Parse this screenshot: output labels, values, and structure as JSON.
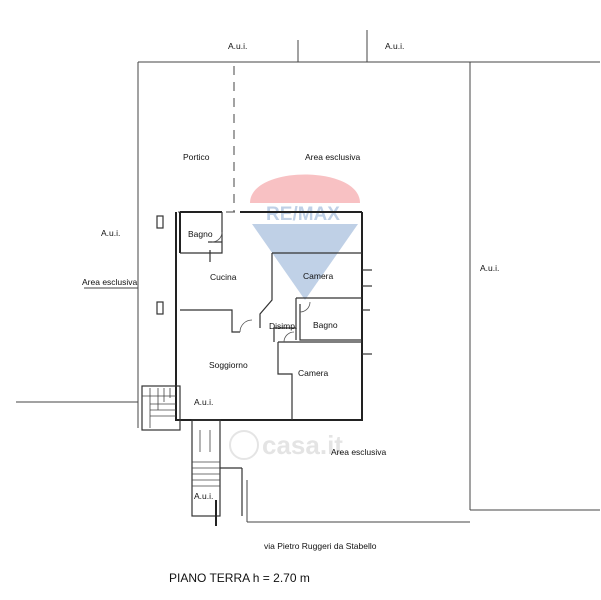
{
  "labels": {
    "aui_top_left": "A.u.i.",
    "aui_top_right": "A.u.i.",
    "aui_left": "A.u.i.",
    "aui_right": "A.u.i.",
    "aui_stairs": "A.u.i.",
    "aui_bottom": "A.u.i.",
    "portico": "Portico",
    "area_esclusiva_top": "Area esclusiva",
    "area_esclusiva_left": "Area esclusiva",
    "area_esclusiva_bottom": "Area esclusiva",
    "bagno_1": "Bagno",
    "cucina": "Cucina",
    "camera_1": "Camera",
    "disimp": "Disimp.",
    "bagno_2": "Bagno",
    "soggiorno": "Soggiorno",
    "camera_2": "Camera"
  },
  "street": "via Pietro Ruggeri da Stabello",
  "floor_title": "PIANO TERRA h = 2.70 m",
  "watermarks": {
    "remax": "RE/MAX",
    "casa": "casa.it"
  },
  "colors": {
    "remax_red": "#e8242a",
    "remax_blue": "#1e5aa8",
    "lines": "#222222"
  }
}
